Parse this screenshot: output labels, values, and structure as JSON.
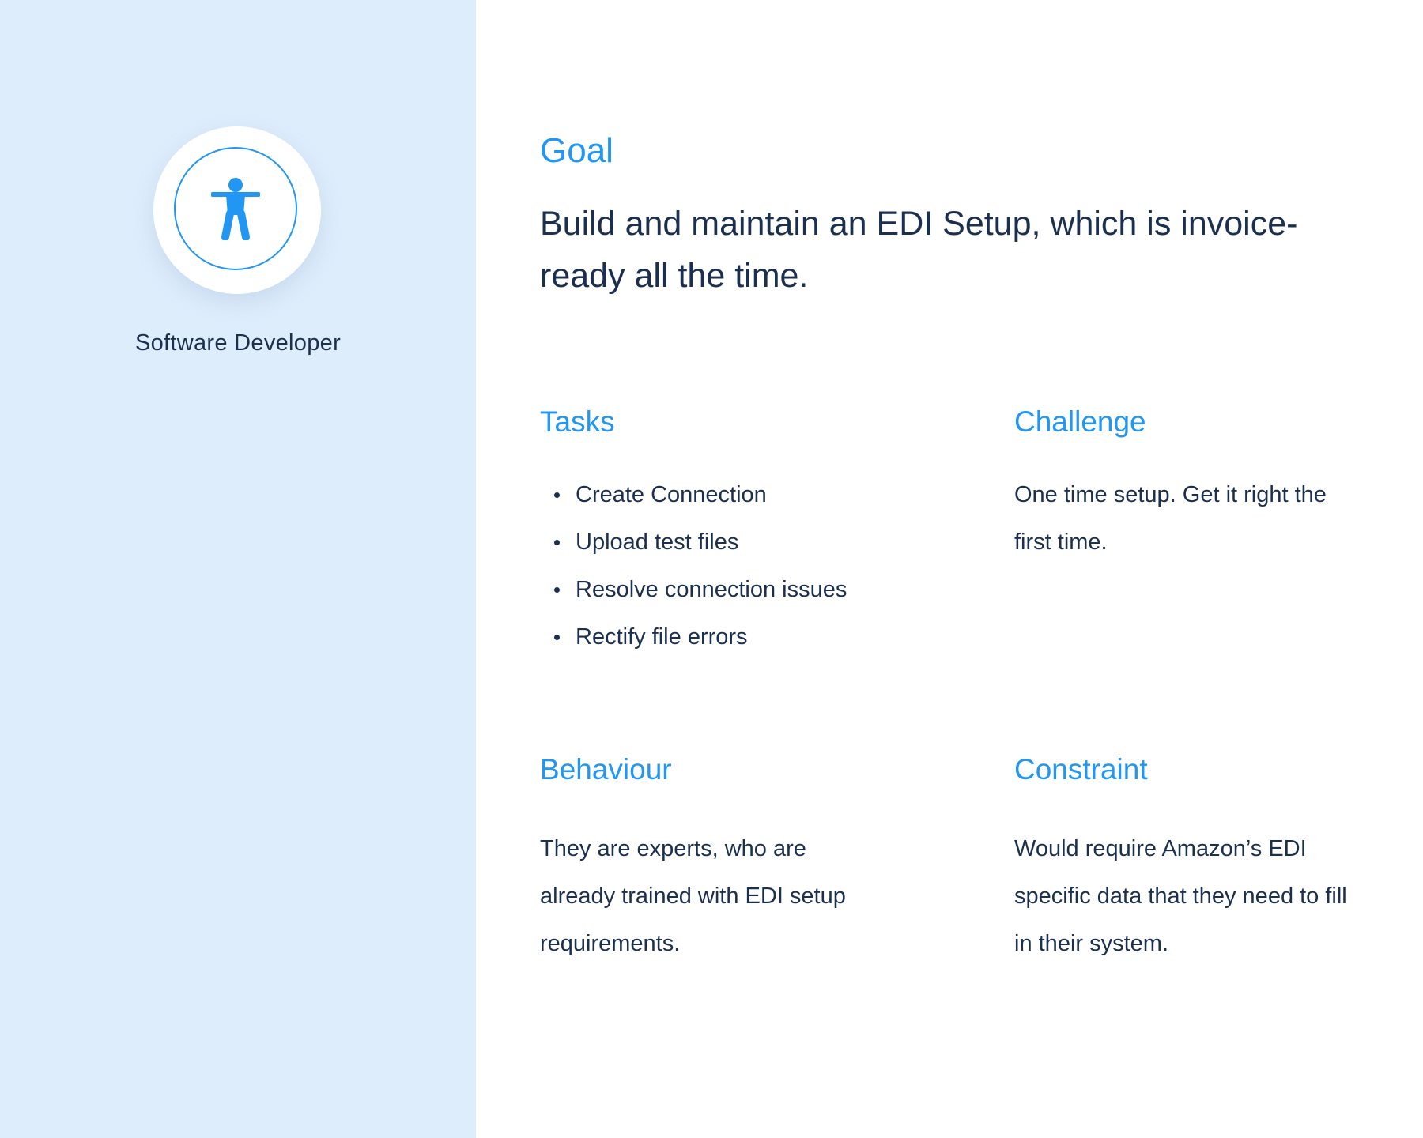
{
  "persona": {
    "role": "Software Developer",
    "icon": "accessibility-person-icon"
  },
  "goal": {
    "heading": "Goal",
    "text": "Build and maintain an EDI Setup, which is invoice-ready all the time."
  },
  "tasks": {
    "heading": "Tasks",
    "items": [
      "Create Connection",
      "Upload test files",
      "Resolve connection issues",
      "Rectify file errors"
    ]
  },
  "challenge": {
    "heading": "Challenge",
    "text": "One time setup. Get it right the first time."
  },
  "behaviour": {
    "heading": "Behaviour",
    "text": "They are experts, who are already trained with EDI setup requirements."
  },
  "constraint": {
    "heading": "Constraint",
    "text": "Would require Amazon’s EDI specific data that they need to fill in their system."
  },
  "colors": {
    "accent": "#2196f3",
    "sidebar_bg": "#deedfc",
    "text": "#1b2f4f"
  }
}
